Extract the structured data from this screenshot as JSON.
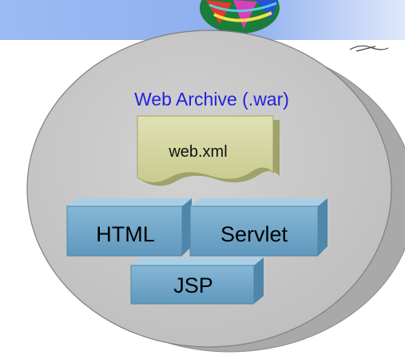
{
  "diagram": {
    "title": "Web Archive (.war)",
    "descriptor": "web.xml",
    "components": {
      "html": "HTML",
      "servlet": "Servlet",
      "jsp": "JSP"
    }
  },
  "colors": {
    "banner": "#8fb0ef",
    "disc_face": "#c9c9c9",
    "disc_side": "#b3b3b3",
    "title_text": "#2222dd",
    "document_fill": "#d6d8a4",
    "block_fill": "#6fa6c8",
    "block_top": "#a9cfe6",
    "block_side": "#4f86aa"
  }
}
